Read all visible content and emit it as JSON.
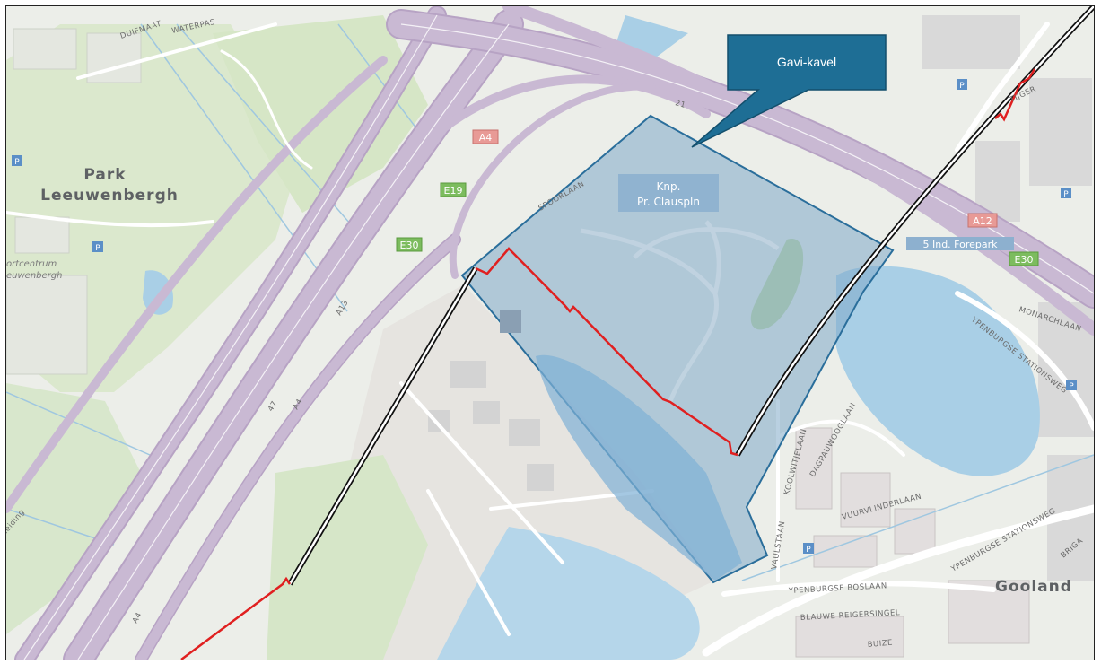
{
  "callout": {
    "label": "Gavi-kavel"
  },
  "interchange_label": {
    "line1": "Knp.",
    "line2": "Pr. Clauspln"
  },
  "places": {
    "park_line1": "Park",
    "park_line2": "Leeuwenbergh",
    "sport_line1": "ortcentrum",
    "sport_line2": "euwenbergh",
    "gooland": "Gooland"
  },
  "shields": {
    "a4": "A4",
    "e19": "E19",
    "e30_left": "E30",
    "a12": "A12",
    "e30_right": "E30",
    "exit": "5 Ind. Forepark"
  },
  "streets": {
    "spoorlaan": "SPOORLAAN",
    "waterpas": "WATERPAS",
    "duivemaat": "DUIFMAAT",
    "monarchlaan": "MONARCHLAAN",
    "station_north": "YPENBURGSE STATIONSWEG",
    "station_south": "YPENBURGSE STATIONSWEG",
    "koolwitjelaan": "KOOLWITJELAAN",
    "dagpauwoog": "DAGPAUWOOGLAAN",
    "vuurvlinder": "VUURVLINDERLAAN",
    "vaulstaan": "VAULSTAAN",
    "boslaan": "YPENBURGSE BOSLAAN",
    "reigersingel": "BLAUWE REIGERSINGEL",
    "tijger": "TIJGER",
    "buize": "BUIZE",
    "brigant": "BRIGA",
    "a13": "A13",
    "a4_road": "A4",
    "n47": "47",
    "a4_lower": "A4",
    "leiding": "leiding",
    "route21": "21"
  },
  "parking": "P",
  "colors": {
    "highway": "#c9b9d3",
    "highway_edge": "#b7a3c4",
    "water": "#a9cfe6",
    "green": "#d4e6c8",
    "plot_fill": "#7fa9c8",
    "plot_stroke": "#2a6e9b",
    "callout": "#1e6e95",
    "pipeline_red": "#e02020",
    "pipeline_black": "#111111",
    "shield_red": "#e89a96",
    "shield_green": "#7cbc5e",
    "exit_blue": "#8db0cf"
  }
}
